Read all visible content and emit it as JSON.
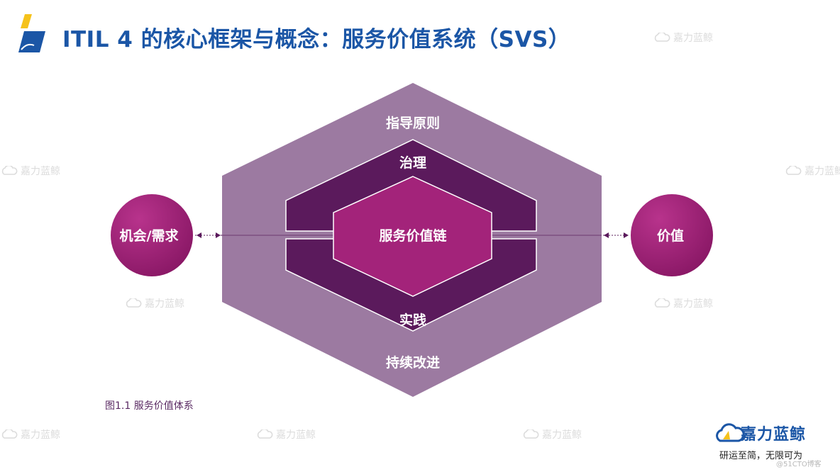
{
  "slide": {
    "title": "ITIL 4 的核心框架与概念：服务价值系统（SVS）",
    "caption": "图1.1 服务价值体系"
  },
  "diagram": {
    "outer_label_top": "指导原则",
    "outer_label_bottom": "持续改进",
    "middle_label_top": "治理",
    "middle_label_bottom": "实践",
    "core_label": "服务价值链",
    "left_input": "机会/需求",
    "right_output": "价值"
  },
  "branding": {
    "name": "嘉力蓝鲸",
    "slogan": "研运至简，无限可为",
    "credit": "@51CTO博客"
  },
  "watermark": {
    "text": "嘉力蓝鲸"
  },
  "colors": {
    "title_blue": "#1b56a6",
    "outer_hexagon": "#9c7aa1",
    "middle_band": "#5b1a5c",
    "core": "#a3237a",
    "circle": "#9a1f73",
    "logo_yellow": "#f5c21b"
  },
  "icons": [
    "logo-mark-icon",
    "cloud-logo-icon",
    "arrow-left-icon",
    "arrow-right-icon"
  ]
}
